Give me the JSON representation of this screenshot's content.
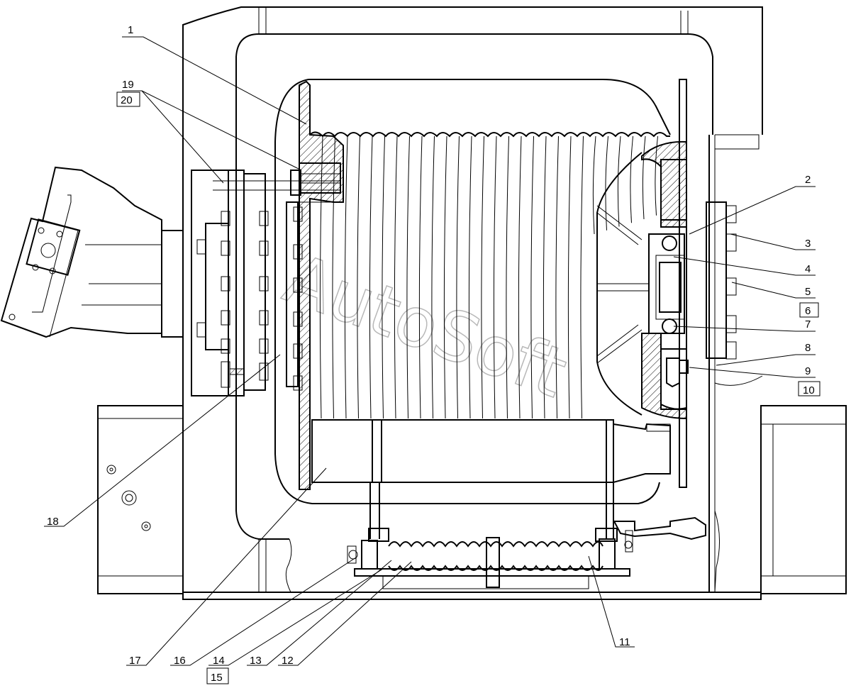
{
  "watermark": "AutoSoft",
  "callouts": [
    {
      "id": "1",
      "label": "1",
      "boxed": false
    },
    {
      "id": "2",
      "label": "2",
      "boxed": false
    },
    {
      "id": "3",
      "label": "3",
      "boxed": false
    },
    {
      "id": "4",
      "label": "4",
      "boxed": false
    },
    {
      "id": "5",
      "label": "5",
      "boxed": false
    },
    {
      "id": "6",
      "label": "6",
      "boxed": true
    },
    {
      "id": "7",
      "label": "7",
      "boxed": false
    },
    {
      "id": "8",
      "label": "8",
      "boxed": false
    },
    {
      "id": "9",
      "label": "9",
      "boxed": false
    },
    {
      "id": "10",
      "label": "10",
      "boxed": true
    },
    {
      "id": "11",
      "label": "11",
      "boxed": false
    },
    {
      "id": "12",
      "label": "12",
      "boxed": false
    },
    {
      "id": "13",
      "label": "13",
      "boxed": false
    },
    {
      "id": "14",
      "label": "14",
      "boxed": false
    },
    {
      "id": "15",
      "label": "15",
      "boxed": true
    },
    {
      "id": "16",
      "label": "16",
      "boxed": false
    },
    {
      "id": "17",
      "label": "17",
      "boxed": false
    },
    {
      "id": "18",
      "label": "18",
      "boxed": false
    },
    {
      "id": "19",
      "label": "19",
      "boxed": false
    },
    {
      "id": "20",
      "label": "20",
      "boxed": true
    }
  ]
}
